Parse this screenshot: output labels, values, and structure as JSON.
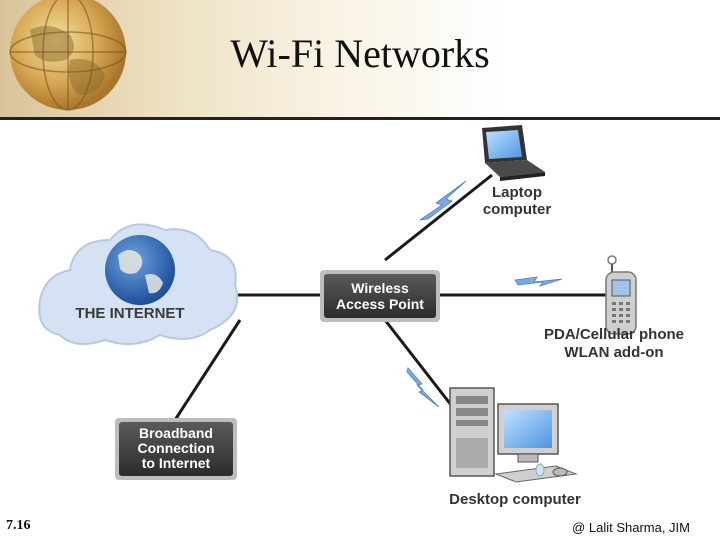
{
  "slide": {
    "title": "Wi-Fi Networks",
    "slide_number": "7.16",
    "credit": "@ Lalit Sharma, JIM"
  },
  "diagram": {
    "internet_label": "THE INTERNET",
    "access_point": {
      "line1": "Wireless",
      "line2": "Access Point"
    },
    "broadband": {
      "line1": "Broadband",
      "line2": "Connection",
      "line3": "to Internet"
    },
    "laptop": {
      "line1": "Laptop",
      "line2": "computer"
    },
    "pda": {
      "line1": "PDA/Cellular phone",
      "line2": "WLAN add-on"
    },
    "desktop": {
      "label": "Desktop computer"
    }
  },
  "colors": {
    "header_gold": "#d9c49a",
    "cloud_blue": "#c9d9ef",
    "box_dark": "#3d3d3d",
    "wave_blue": "#6f9ad6"
  }
}
